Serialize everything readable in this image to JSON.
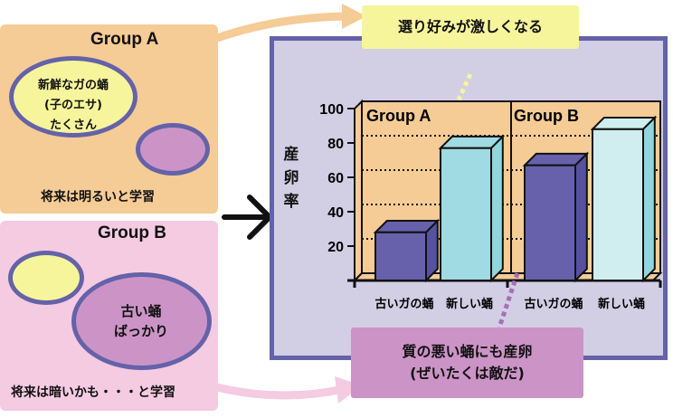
{
  "group_a": {
    "title": "Group A",
    "bubble": [
      "新鮮なガの蛹",
      "(子のエサ)",
      "たくさん"
    ],
    "caption": "将来は明るいと学習"
  },
  "group_b": {
    "title": "Group B",
    "bubble": [
      "古い蛹",
      "ばっかり"
    ],
    "caption": "将来は暗いかも・・・と学習"
  },
  "callout_top": "選り好みが激しくなる",
  "callout_bottom": [
    "質の悪い蛹にも産卵",
    "(ぜいたくは敵だ)"
  ],
  "colors": {
    "old": "#6661aa",
    "new_a": "#a0dbe3",
    "new_b": "#d0eef0",
    "wall": "#f5cb96",
    "frame": "#6462a8",
    "frame_bg": "#d2cee4"
  },
  "chart_data": {
    "type": "bar",
    "ylabel": "産卵率",
    "ylim": [
      0,
      100
    ],
    "yticks": [
      20,
      40,
      60,
      80,
      100
    ],
    "groups": [
      {
        "name": "Group A",
        "categories": [
          "古いガの蛹",
          "新しい蛹"
        ],
        "values": [
          28,
          77
        ]
      },
      {
        "name": "Group B",
        "categories": [
          "古いガの蛹",
          "新しい蛹"
        ],
        "values": [
          67,
          88
        ]
      }
    ]
  }
}
